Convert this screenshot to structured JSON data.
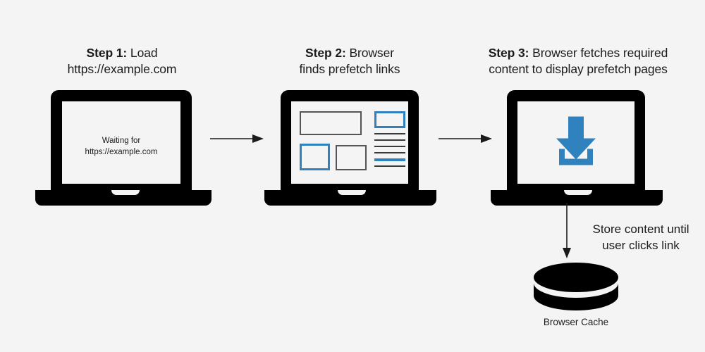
{
  "page": {
    "background_color": "#f4f4f5",
    "accent_color": "#3082be",
    "ink_color": "#000000"
  },
  "steps": [
    {
      "id": "step-1",
      "label_strong": "Step 1:",
      "label_rest": " Load",
      "line2": "https://example.com",
      "screen": {
        "type": "text",
        "line1": "Waiting for",
        "line2": "https://example.com"
      }
    },
    {
      "id": "step-2",
      "label_strong": "Step 2:",
      "label_rest": " Browser",
      "line2": "finds prefetch links",
      "screen": {
        "type": "wireframe",
        "boxes": [
          {
            "name": "hero-block",
            "style": "gray"
          },
          {
            "name": "thumb-block-prefetch",
            "style": "blue"
          },
          {
            "name": "thumb-block",
            "style": "gray"
          },
          {
            "name": "sidebar-block-prefetch",
            "style": "blue"
          }
        ],
        "text_lines": [
          {
            "style": "normal"
          },
          {
            "style": "normal"
          },
          {
            "style": "normal"
          },
          {
            "style": "normal"
          },
          {
            "style": "accent"
          },
          {
            "style": "normal"
          }
        ]
      }
    },
    {
      "id": "step-3",
      "label_strong": "Step 3:",
      "label_rest": " Browser fetches required",
      "line2": "content to display prefetch pages",
      "screen": {
        "type": "icon",
        "icon": "download-icon"
      }
    }
  ],
  "connectors": {
    "arrow_1": "arrow-right",
    "arrow_2": "arrow-right",
    "arrow_store": "arrow-down"
  },
  "store_note": {
    "line1": "Store content until",
    "line2": "user clicks link"
  },
  "cache": {
    "icon": "database-icon",
    "label": "Browser Cache"
  }
}
